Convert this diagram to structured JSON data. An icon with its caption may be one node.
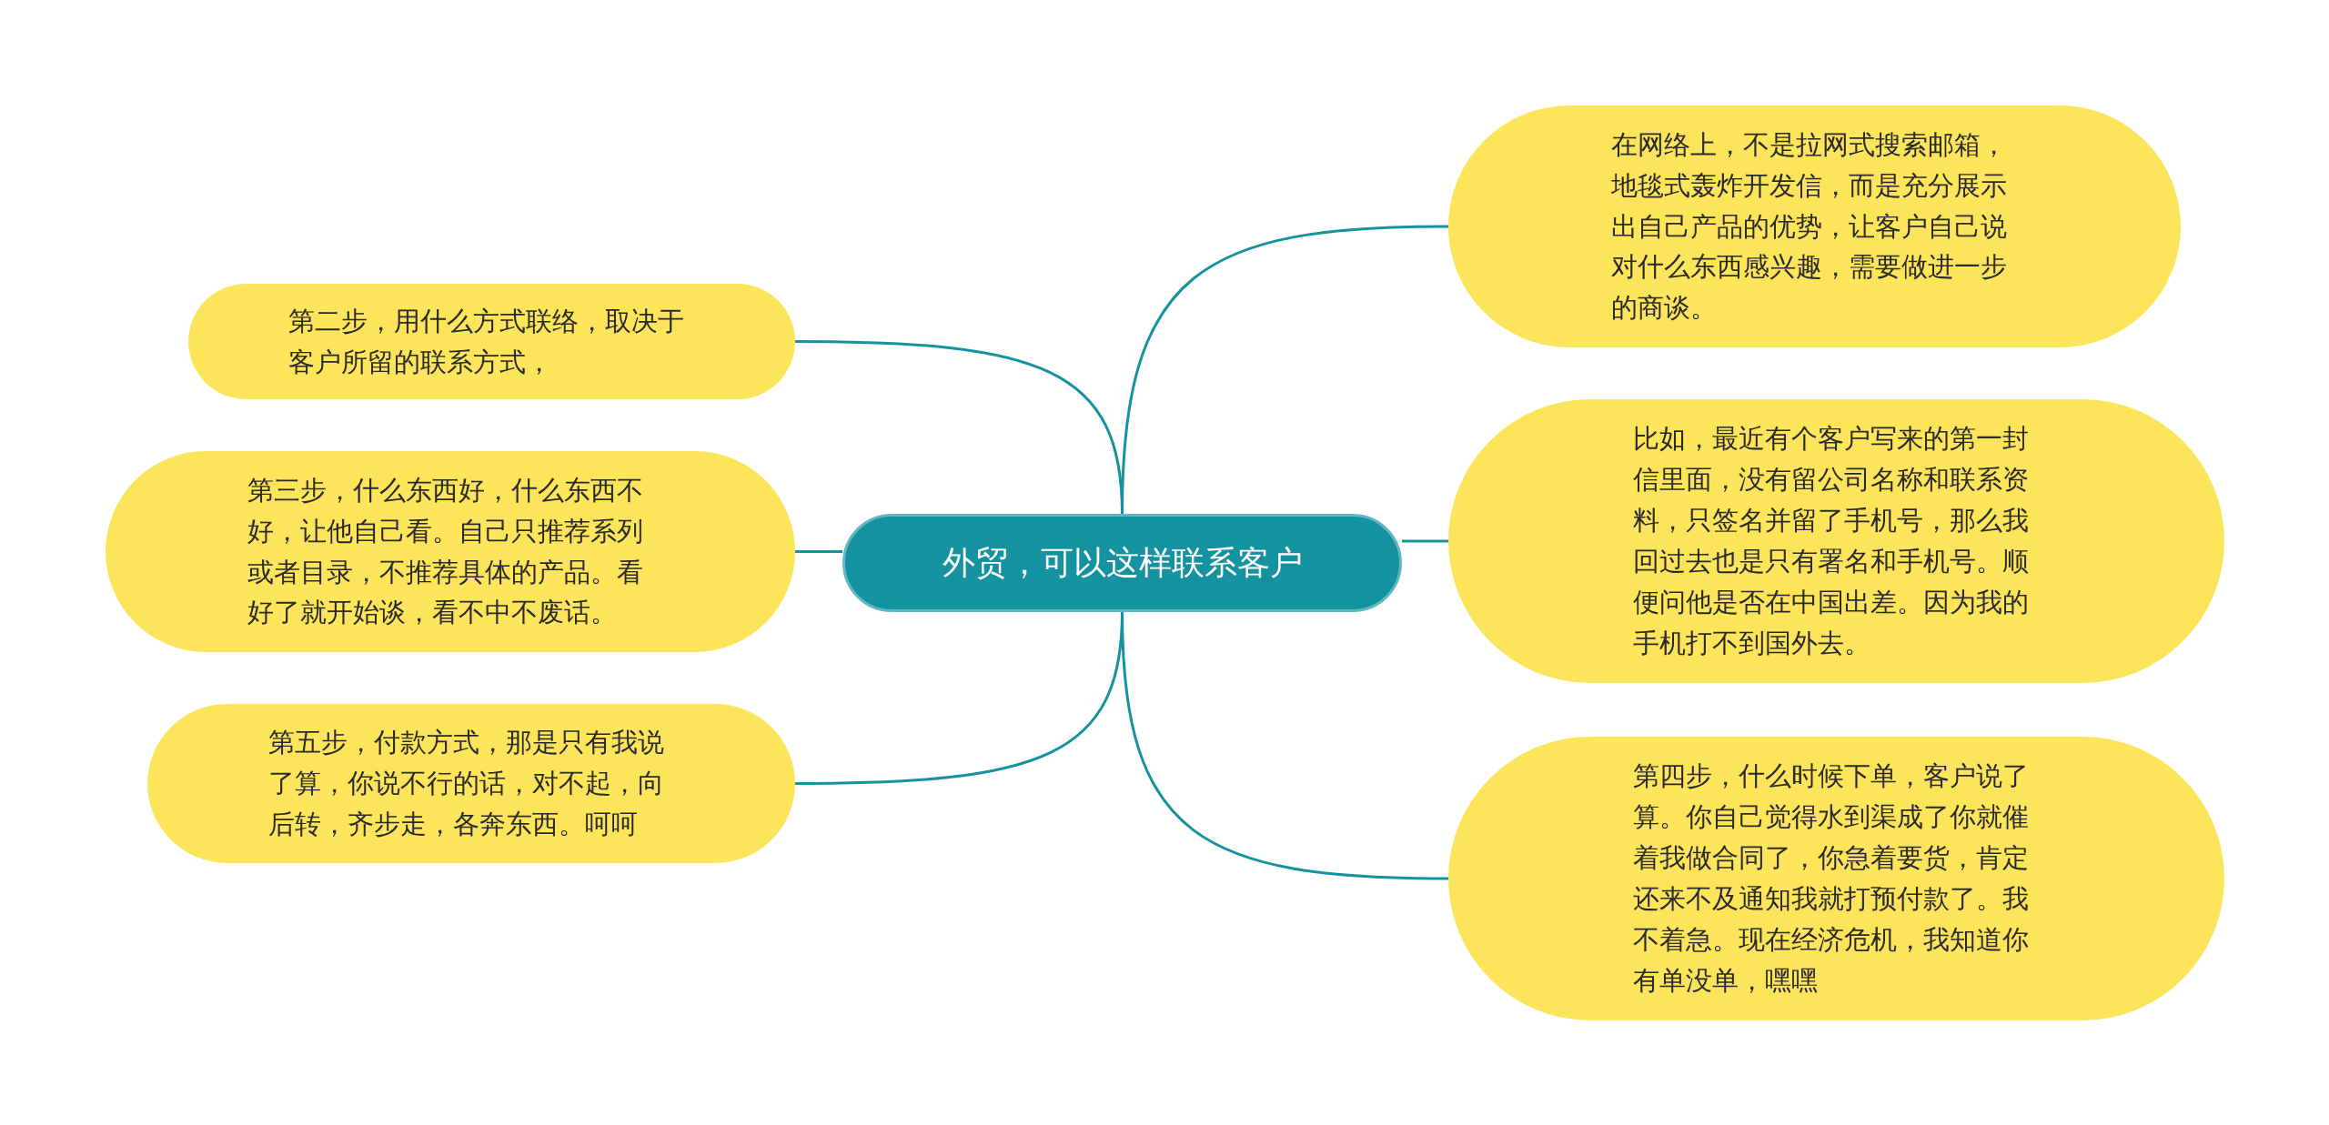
{
  "diagram": {
    "nodes": [
      {
        "text": [
          "外贸，可以这样联系客户"
        ]
      },
      {
        "text": [
          "第二步，用什么方式联络，取决于客户所留的联系方式，"
        ]
      },
      {
        "text": [
          "第三步，什么东西好，什么东西不好，让他自己看。自己只推荐系列或者目录，不推荐具体的产品。看好了就开始谈，看不中不废话。"
        ]
      },
      {
        "text": [
          "第五步，付款方式，那是只有我说了算，你说不行的话，对不起，向后转，齐步走，各奔东西。呵呵"
        ]
      },
      {
        "text": [
          "在网络上，不是拉网式搜索邮箱，地毯式轰炸开发信，而是充分展示出自己产品的优势，让客户自己说对什么东西感兴趣，需要做进一步的商谈。"
        ]
      },
      {
        "text": [
          "比如，最近有个客户写来的第一封信里面，没有留公司名称和联系资料，只签名并留了手机号，那么我回过去也是只有署名和手机号。顺便问他是否在中国出差。因为我的手机打不到国外去。"
        ]
      },
      {
        "text": [
          "第四步，什么时候下单，客户说了算。你自己觉得水到渠成了你就催着我做合同了，你急着要货，肯定还来不及通知我就打预付款了。我不着急。现在经济危机，我知道你有单没单，嘿嘿"
        ]
      }
    ],
    "edges": [
      {
        "from": 0,
        "to": 1,
        "arrow": "none"
      },
      {
        "from": 0,
        "to": 2,
        "arrow": "none"
      },
      {
        "from": 0,
        "to": 3,
        "arrow": "none"
      },
      {
        "from": 0,
        "to": 4,
        "arrow": "none"
      },
      {
        "from": 0,
        "to": 5,
        "arrow": "none"
      },
      {
        "from": 0,
        "to": 6,
        "arrow": "none"
      }
    ]
  }
}
